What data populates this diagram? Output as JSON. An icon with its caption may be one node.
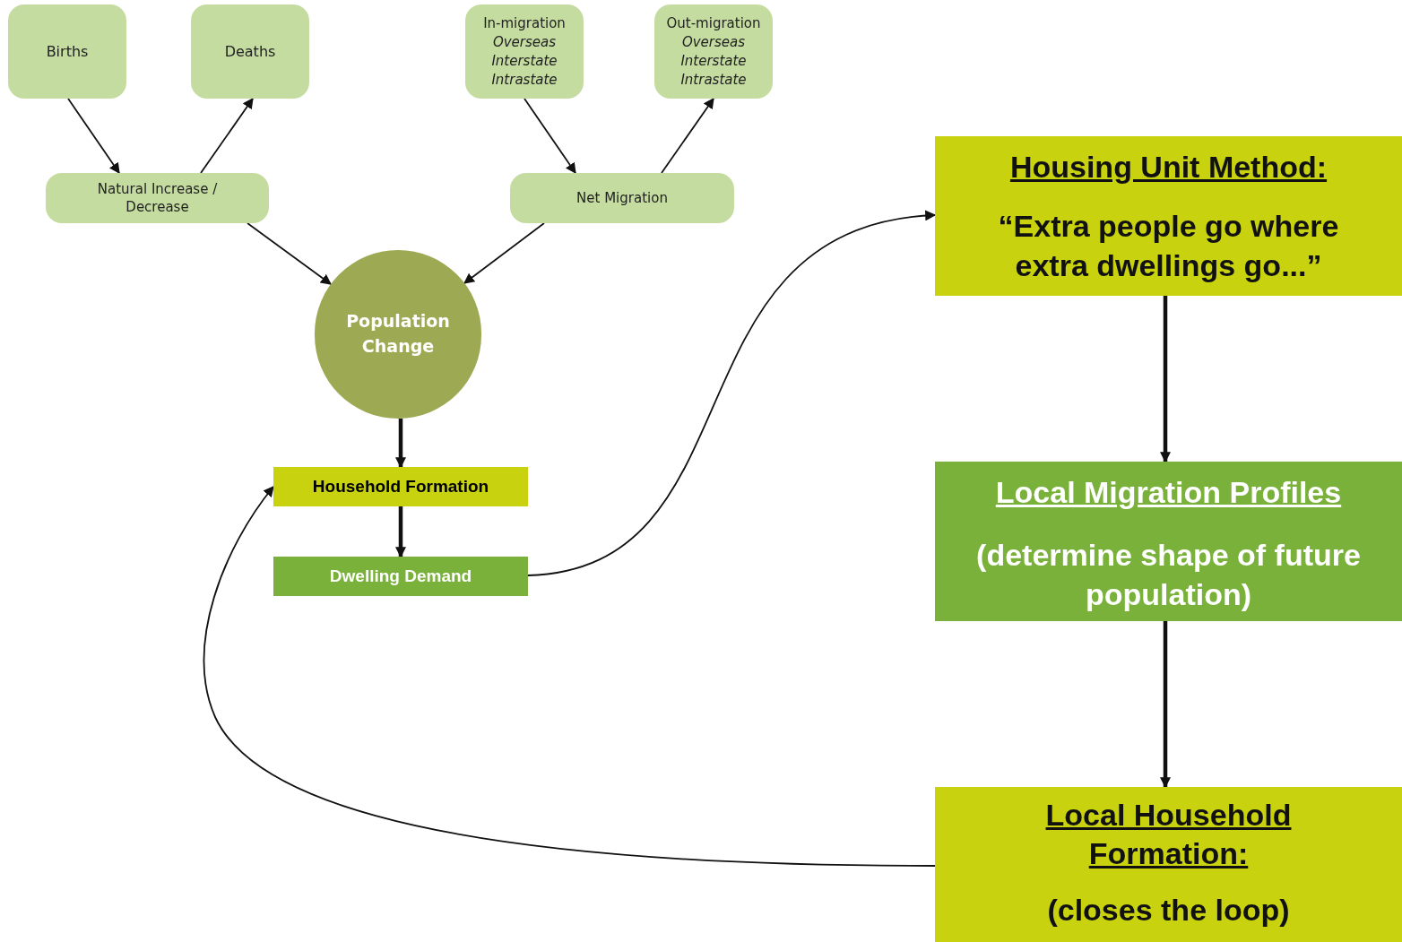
{
  "diagram": {
    "nodes": [
      {
        "text": [
          "Births"
        ]
      },
      {
        "text": [
          "Deaths"
        ]
      },
      {
        "text": [
          "In-migration",
          "Overseas Interstate Intrastate"
        ]
      },
      {
        "text": [
          "Out-migration",
          "Overseas Interstate Intrastate"
        ]
      },
      {
        "text": [
          "Natural Increase / Decrease"
        ]
      },
      {
        "text": [
          "Net Migration"
        ]
      },
      {
        "text": [
          "Population Change"
        ]
      },
      {
        "text": [
          "Household Formation"
        ]
      },
      {
        "text": [
          "Dwelling Demand"
        ]
      },
      {
        "text": [
          "Housing Unit Method:",
          "“Extra people go where extra dwellings go...”"
        ]
      },
      {
        "text": [
          "Local Migration Profiles",
          "(determine shape of future population)"
        ]
      },
      {
        "text": [
          "Local Household Formation:",
          "(closes the loop)"
        ]
      }
    ],
    "edges": [
      {
        "from": 0,
        "to": 4,
        "arrow": "to"
      },
      {
        "from": 4,
        "to": 1,
        "arrow": "to"
      },
      {
        "from": 2,
        "to": 5,
        "arrow": "to"
      },
      {
        "from": 5,
        "to": 3,
        "arrow": "to"
      },
      {
        "from": 4,
        "to": 6,
        "arrow": "to"
      },
      {
        "from": 5,
        "to": 6,
        "arrow": "to"
      },
      {
        "from": 6,
        "to": 7,
        "arrow": "to",
        "style": "thick"
      },
      {
        "from": 7,
        "to": 8,
        "arrow": "to",
        "style": "thick"
      },
      {
        "from": 8,
        "to": 9,
        "arrow": "to"
      },
      {
        "from": 9,
        "to": 10,
        "arrow": "to",
        "style": "thick"
      },
      {
        "from": 10,
        "to": 11,
        "arrow": "to",
        "style": "thick"
      },
      {
        "from": 11,
        "to": 7,
        "arrow": "to"
      }
    ]
  }
}
